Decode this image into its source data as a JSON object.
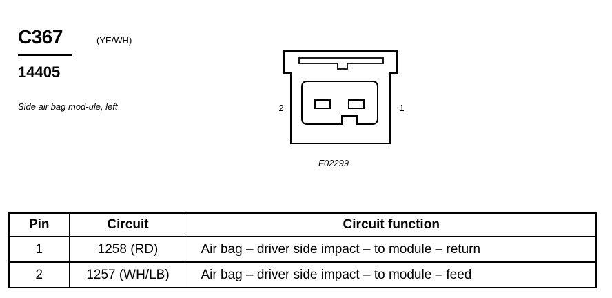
{
  "header": {
    "connector_id": "C367",
    "color_code": "(YE/WH)",
    "part_number": "14405",
    "description": "Side air bag mod-ule, left"
  },
  "diagram": {
    "pin_left_label": "2",
    "pin_right_label": "1",
    "figure_id": "F02299"
  },
  "table": {
    "headers": {
      "pin": "Pin",
      "circuit": "Circuit",
      "function": "Circuit function"
    },
    "rows": [
      {
        "pin": "1",
        "circuit": "1258 (RD)",
        "function": "Air bag – driver side impact – to module – return"
      },
      {
        "pin": "2",
        "circuit": "1257 (WH/LB)",
        "function": "Air bag – driver side impact – to module – feed"
      }
    ]
  }
}
